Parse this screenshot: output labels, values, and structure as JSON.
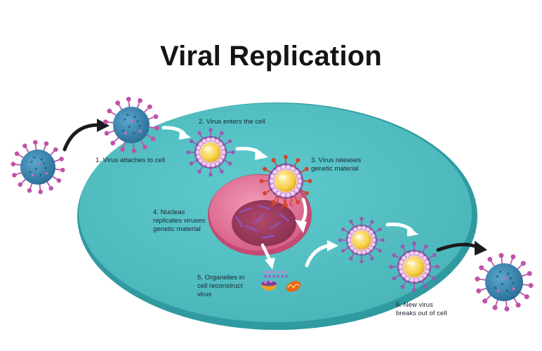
{
  "title": "Viral Replication",
  "colors": {
    "cell": "#55c3c6",
    "cell_edge": "#2f9aa0",
    "nucleus": "#e6779a",
    "nucleus_inner": "#9c3a5c",
    "virus_body": "#3d8fb5",
    "virus_spike": "#c053a6",
    "capsid": "#f5c93a",
    "capsid_ring": "#c88fd0",
    "arrow_dark": "#1b1b1b",
    "arrow_light": "#ffffff"
  },
  "steps": [
    {
      "lines": [
        "1. Virus attaches to cell"
      ]
    },
    {
      "lines": [
        "2. Virus enters the cell"
      ]
    },
    {
      "lines": [
        "3. Virus releases",
        "genetic material"
      ]
    },
    {
      "lines": [
        "4. Nucleas",
        "replicates viruses",
        "genetic material"
      ]
    },
    {
      "lines": [
        "5. Organelles in",
        "cell reconstruct",
        "virus"
      ]
    },
    {
      "lines": [
        "6. New virus",
        "breaks out of cell"
      ]
    }
  ]
}
